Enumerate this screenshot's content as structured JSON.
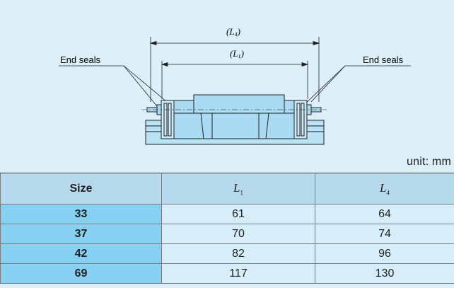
{
  "figure": {
    "dim_outer": {
      "paren_open": "(",
      "var": "L",
      "sub": "4",
      "paren_close": ")"
    },
    "dim_inner": {
      "paren_open": "(",
      "var": "L",
      "sub": "1",
      "paren_close": ")"
    },
    "label_left": "End seals",
    "label_right": "End seals"
  },
  "unit": "unit: mm",
  "table": {
    "headers": [
      {
        "text": "Size"
      },
      {
        "var": "L",
        "sub": "1"
      },
      {
        "var": "L",
        "sub": "4"
      }
    ],
    "rows": [
      {
        "size": "33",
        "l1": "61",
        "l4": "64"
      },
      {
        "size": "37",
        "l1": "70",
        "l4": "74"
      },
      {
        "size": "42",
        "l1": "82",
        "l4": "96"
      },
      {
        "size": "69",
        "l1": "117",
        "l4": "130"
      }
    ]
  }
}
